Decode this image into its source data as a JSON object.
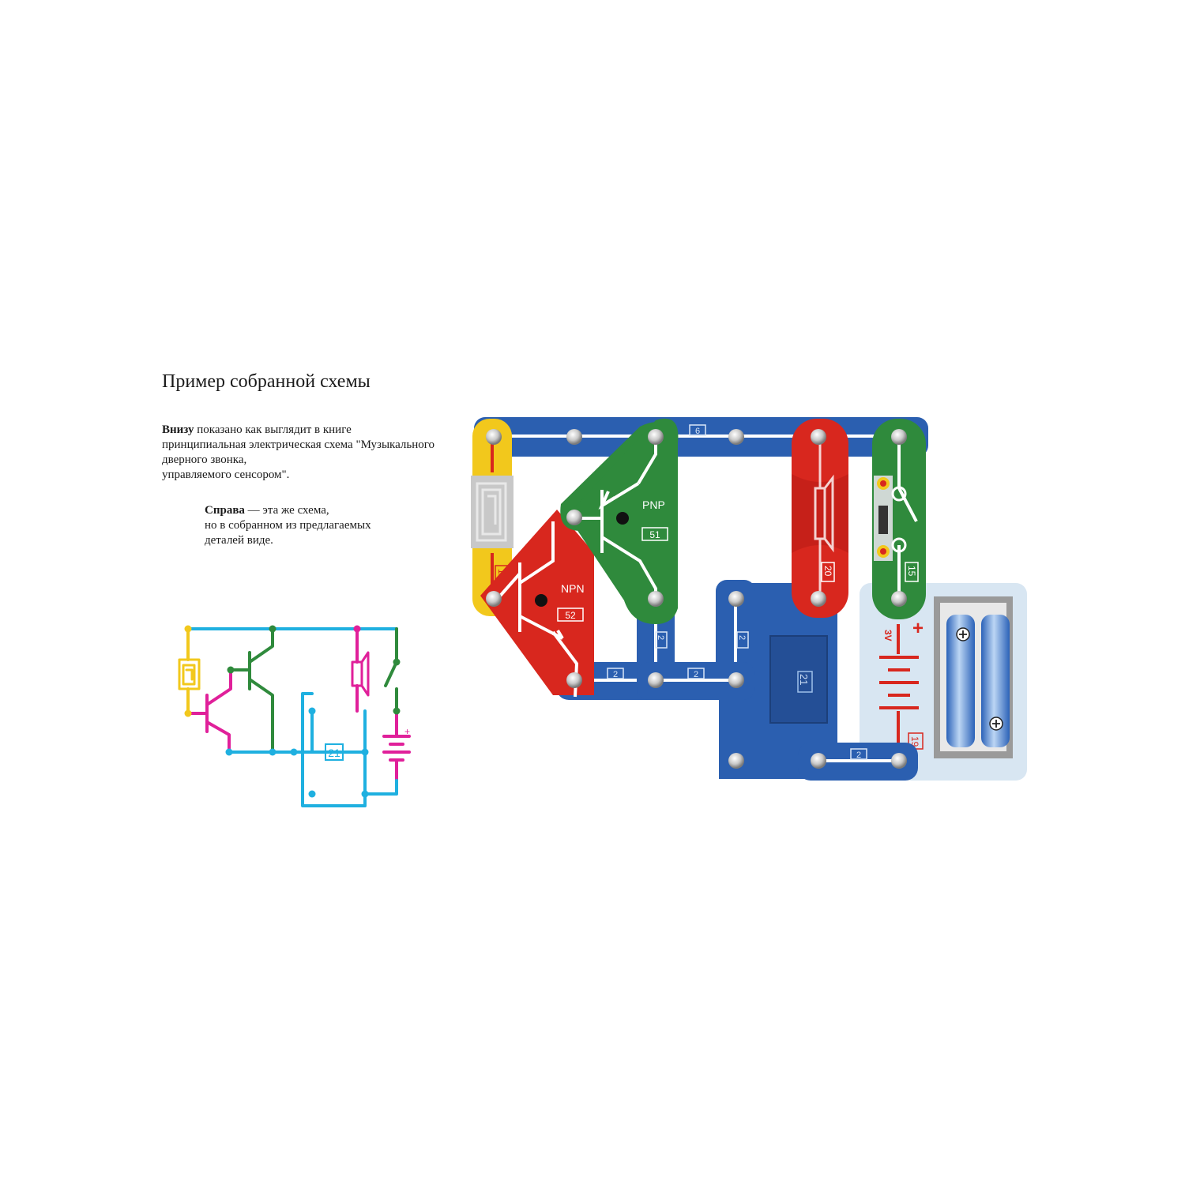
{
  "title": "Пример собранной схемы",
  "paragraph1": {
    "bold": "Внизу",
    "line1_rest": " показано как выглядит в книге",
    "line2": "принципиальная электрическая схема \"Музыкального",
    "line3": "дверного звонка,",
    "line4": "управляемого сенсором\"."
  },
  "paragraph2": {
    "bold": "Справа",
    "line1_rest": " — эта же схема,",
    "line2": "но в собранном из предлагаемых",
    "line3": "деталей виде."
  },
  "board": {
    "wire_top": "6",
    "touch_plate": "12",
    "npn_type": "NPN",
    "npn_number": "52",
    "pnp_type": "PNP",
    "pnp_number": "51",
    "speaker": "20",
    "switch": "15",
    "wire_a": "2",
    "wire_b": "2",
    "wire_c": "2",
    "wire_d": "2",
    "wire_e": "2",
    "music_ic": "21",
    "battery_voltage": "3V",
    "battery_plus": "+",
    "battery_number": "19"
  },
  "schematic": {
    "ic_label": "21",
    "plus": "+"
  },
  "colors": {
    "blue": "#2b5fb0",
    "green": "#2f8a3c",
    "red": "#d8271e",
    "yellow": "#f2c81c",
    "cyan": "#1fb0e0",
    "magenta": "#e0209a"
  }
}
